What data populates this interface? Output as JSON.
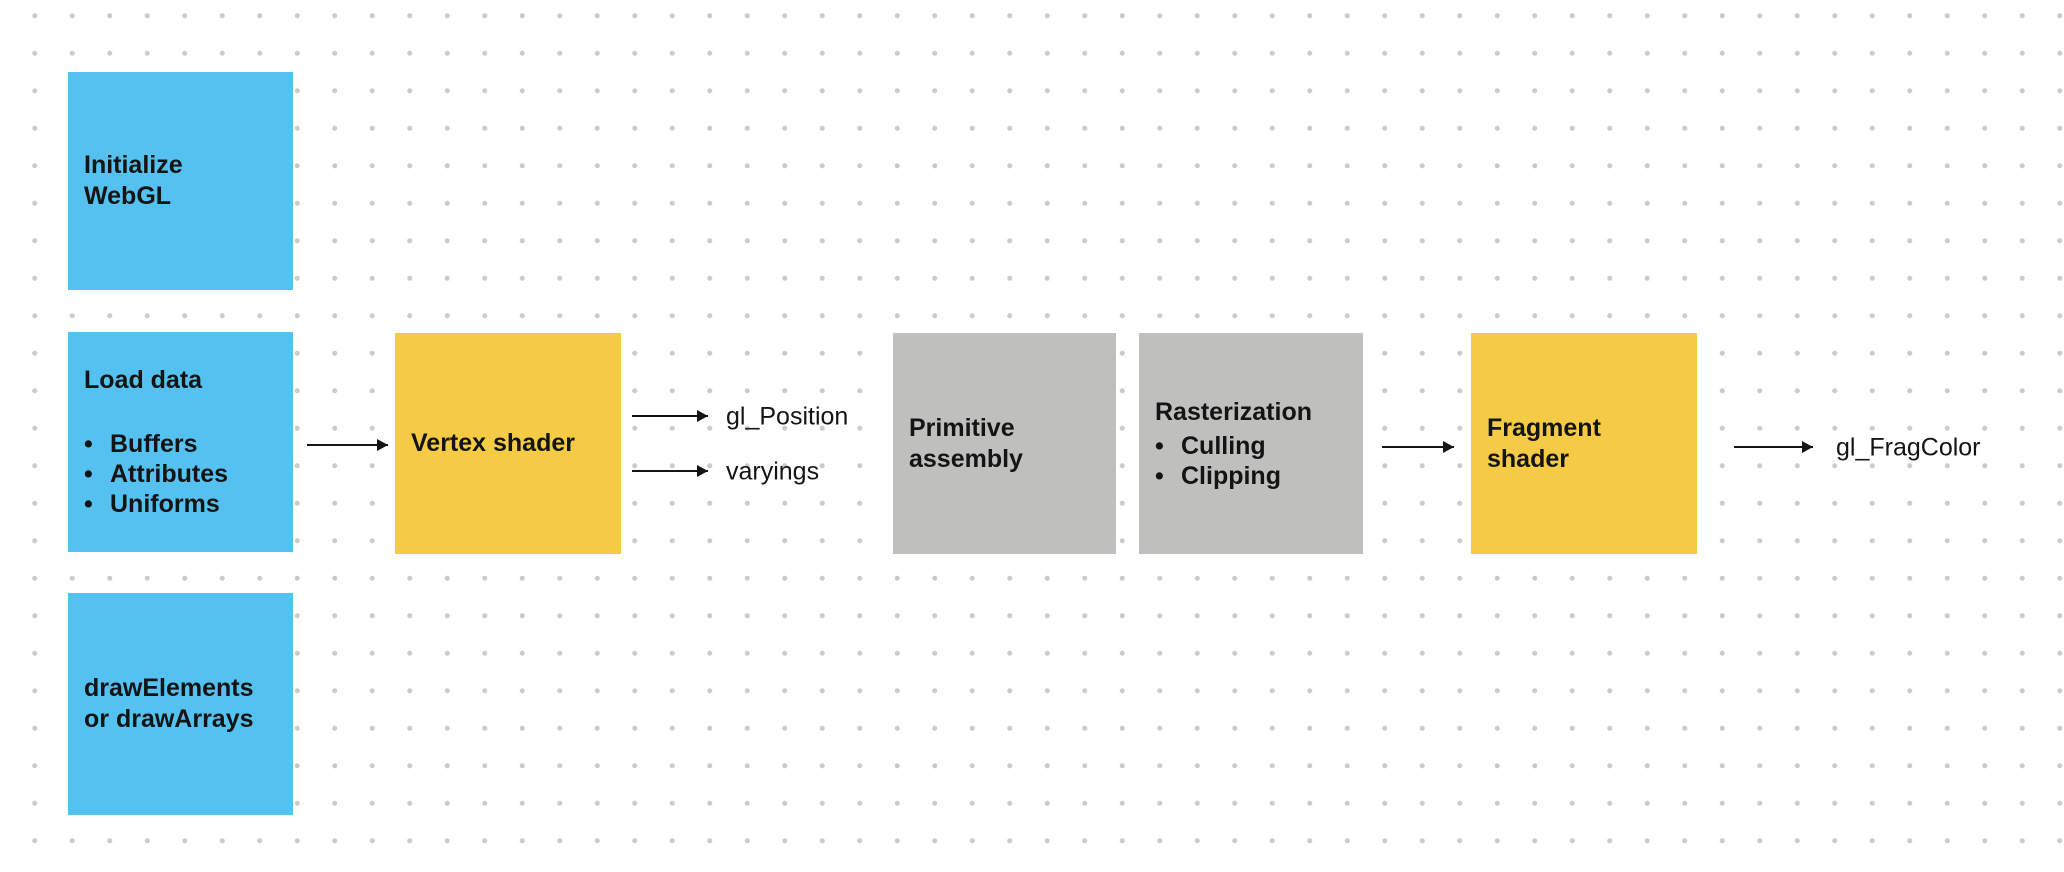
{
  "colors": {
    "blue": "#54C1F0",
    "yellow": "#F5CB46",
    "gray": "#BFBFBE",
    "ink": "#141414",
    "dot": "#cbcbcb",
    "background": "#ffffff"
  },
  "nodes": {
    "initialize": {
      "lines": [
        "Initialize",
        "WebGL"
      ]
    },
    "load_data": {
      "title": "Load data",
      "bullets": [
        "Buffers",
        "Attributes",
        "Uniforms"
      ]
    },
    "draw_call": {
      "lines": [
        "drawElements",
        "or drawArrays"
      ]
    },
    "vertex_shader": {
      "label": "Vertex shader"
    },
    "primitive_assembly": {
      "lines": [
        "Primitive",
        "assembly"
      ]
    },
    "rasterization": {
      "title": "Rasterization",
      "bullets": [
        "Culling",
        "Clipping"
      ]
    },
    "fragment_shader": {
      "lines": [
        "Fragment",
        "shader"
      ]
    }
  },
  "labels": {
    "gl_position": "gl_Position",
    "varyings": "varyings",
    "gl_fragcolor": "gl_FragColor"
  }
}
